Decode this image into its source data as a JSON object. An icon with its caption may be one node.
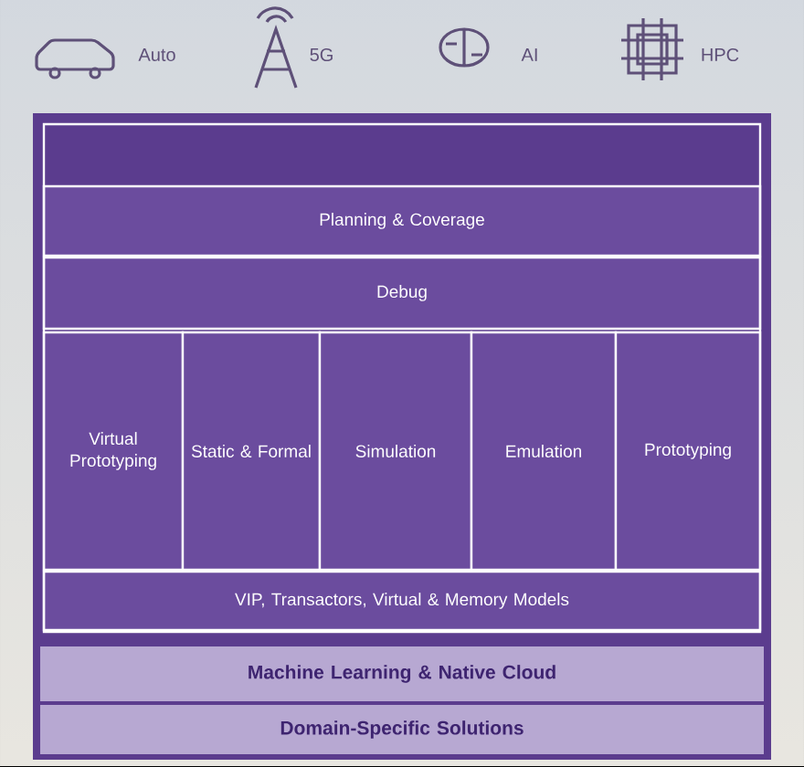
{
  "diagram": {
    "nodes": [
      {
        "text": [],
        "shape": "box"
      },
      {
        "text": [
          "Planning & Coverage"
        ],
        "in": 0
      },
      {
        "text": [
          "Debug"
        ],
        "in": 0
      },
      {
        "text": [
          "Virtual Prototyping"
        ],
        "in": 0
      },
      {
        "text": [
          "Static & Formal"
        ],
        "in": 0
      },
      {
        "text": [
          "Simulation"
        ],
        "in": 0
      },
      {
        "text": [
          "Emulation"
        ],
        "in": 0
      },
      {
        "text": [
          "Prototyping"
        ],
        "in": 0
      },
      {
        "text": [
          "VIP, Transactors, Virtual & Memory Models"
        ],
        "in": 0
      },
      {
        "text": [
          "Machine Learning & Native Cloud"
        ],
        "in": 0
      },
      {
        "text": [
          "Domain-Specific Solutions"
        ],
        "in": 0
      }
    ],
    "edges": [],
    "labels": [
      "Auto",
      "5G",
      "AI",
      "HPC"
    ]
  }
}
